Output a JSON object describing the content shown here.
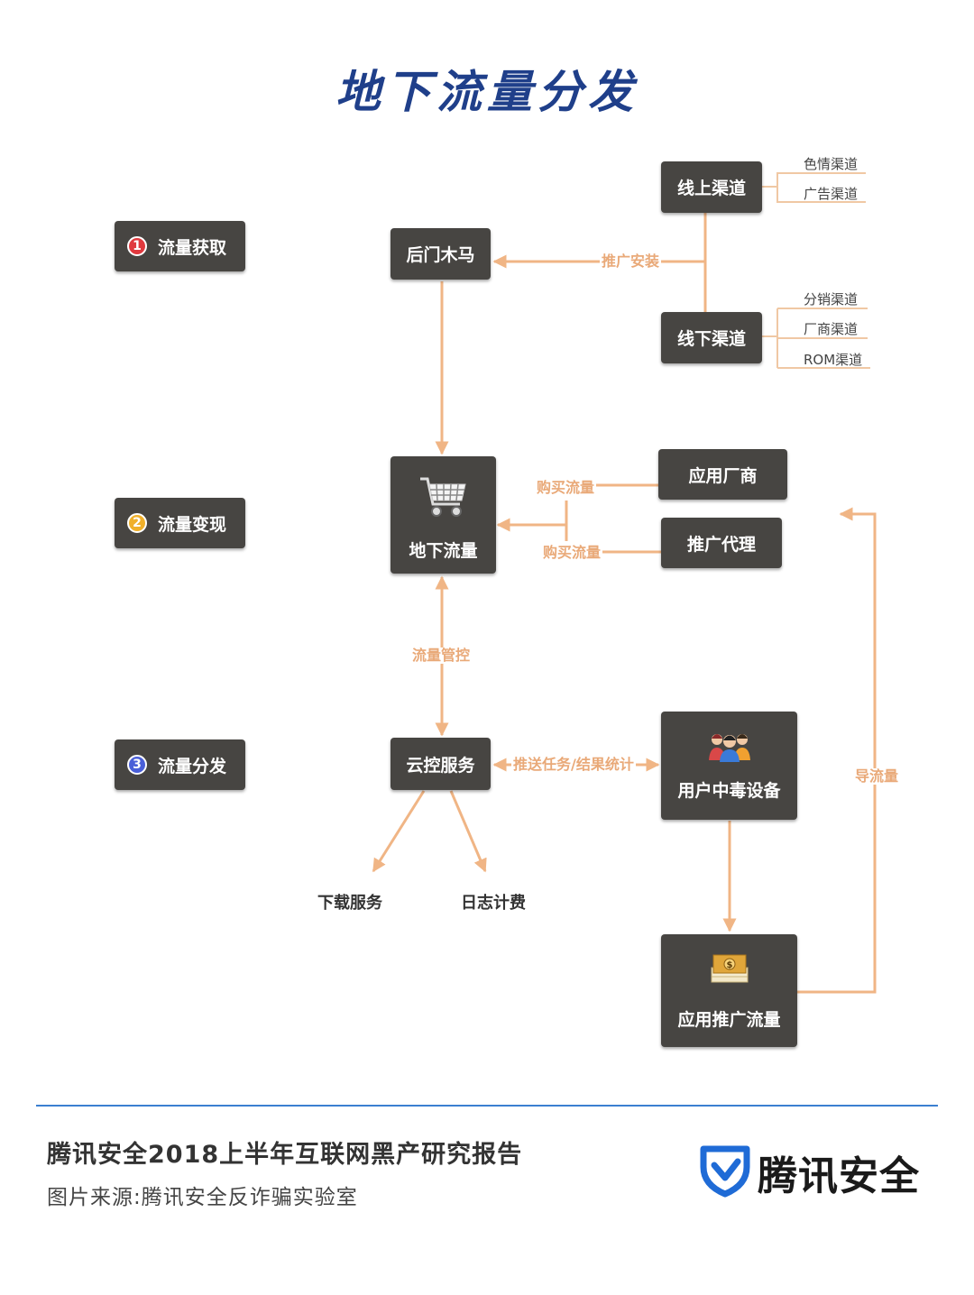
{
  "title": "地下流量分发",
  "stages": [
    {
      "num": "1",
      "label": "流量获取",
      "color": "#e0393e"
    },
    {
      "num": "2",
      "label": "流量变现",
      "color": "#f0b02a"
    },
    {
      "num": "3",
      "label": "流量分发",
      "color": "#4a5fd8"
    }
  ],
  "nodes": {
    "backdoor": "后门木马",
    "online": "线上渠道",
    "offline": "线下渠道",
    "underground": "地下流量",
    "app_vendor": "应用厂商",
    "promo_agent": "推广代理",
    "cloud": "云控服务",
    "infected": "用户中毒设备",
    "app_promo": "应用推广流量"
  },
  "online_sub": [
    "色情渠道",
    "广告渠道"
  ],
  "offline_sub": [
    "分销渠道",
    "厂商渠道",
    "ROM渠道"
  ],
  "edge_labels": {
    "push_install": "推广安装",
    "buy1": "购买流量",
    "buy2": "购买流量",
    "control": "流量管控",
    "push_task": "推送任务/结果统计",
    "guide": "导流量"
  },
  "outputs": {
    "download": "下载服务",
    "log": "日志计费"
  },
  "footer": {
    "title": "腾讯安全2018上半年互联网黑产研究报告",
    "source": "图片来源:腾讯安全反诈骗实验室",
    "brand": "腾讯安全"
  },
  "colors": {
    "node_bg": "#474542",
    "arrow": "#f0b585",
    "title": "#1f3f8a",
    "rule": "#3b7fd1"
  }
}
